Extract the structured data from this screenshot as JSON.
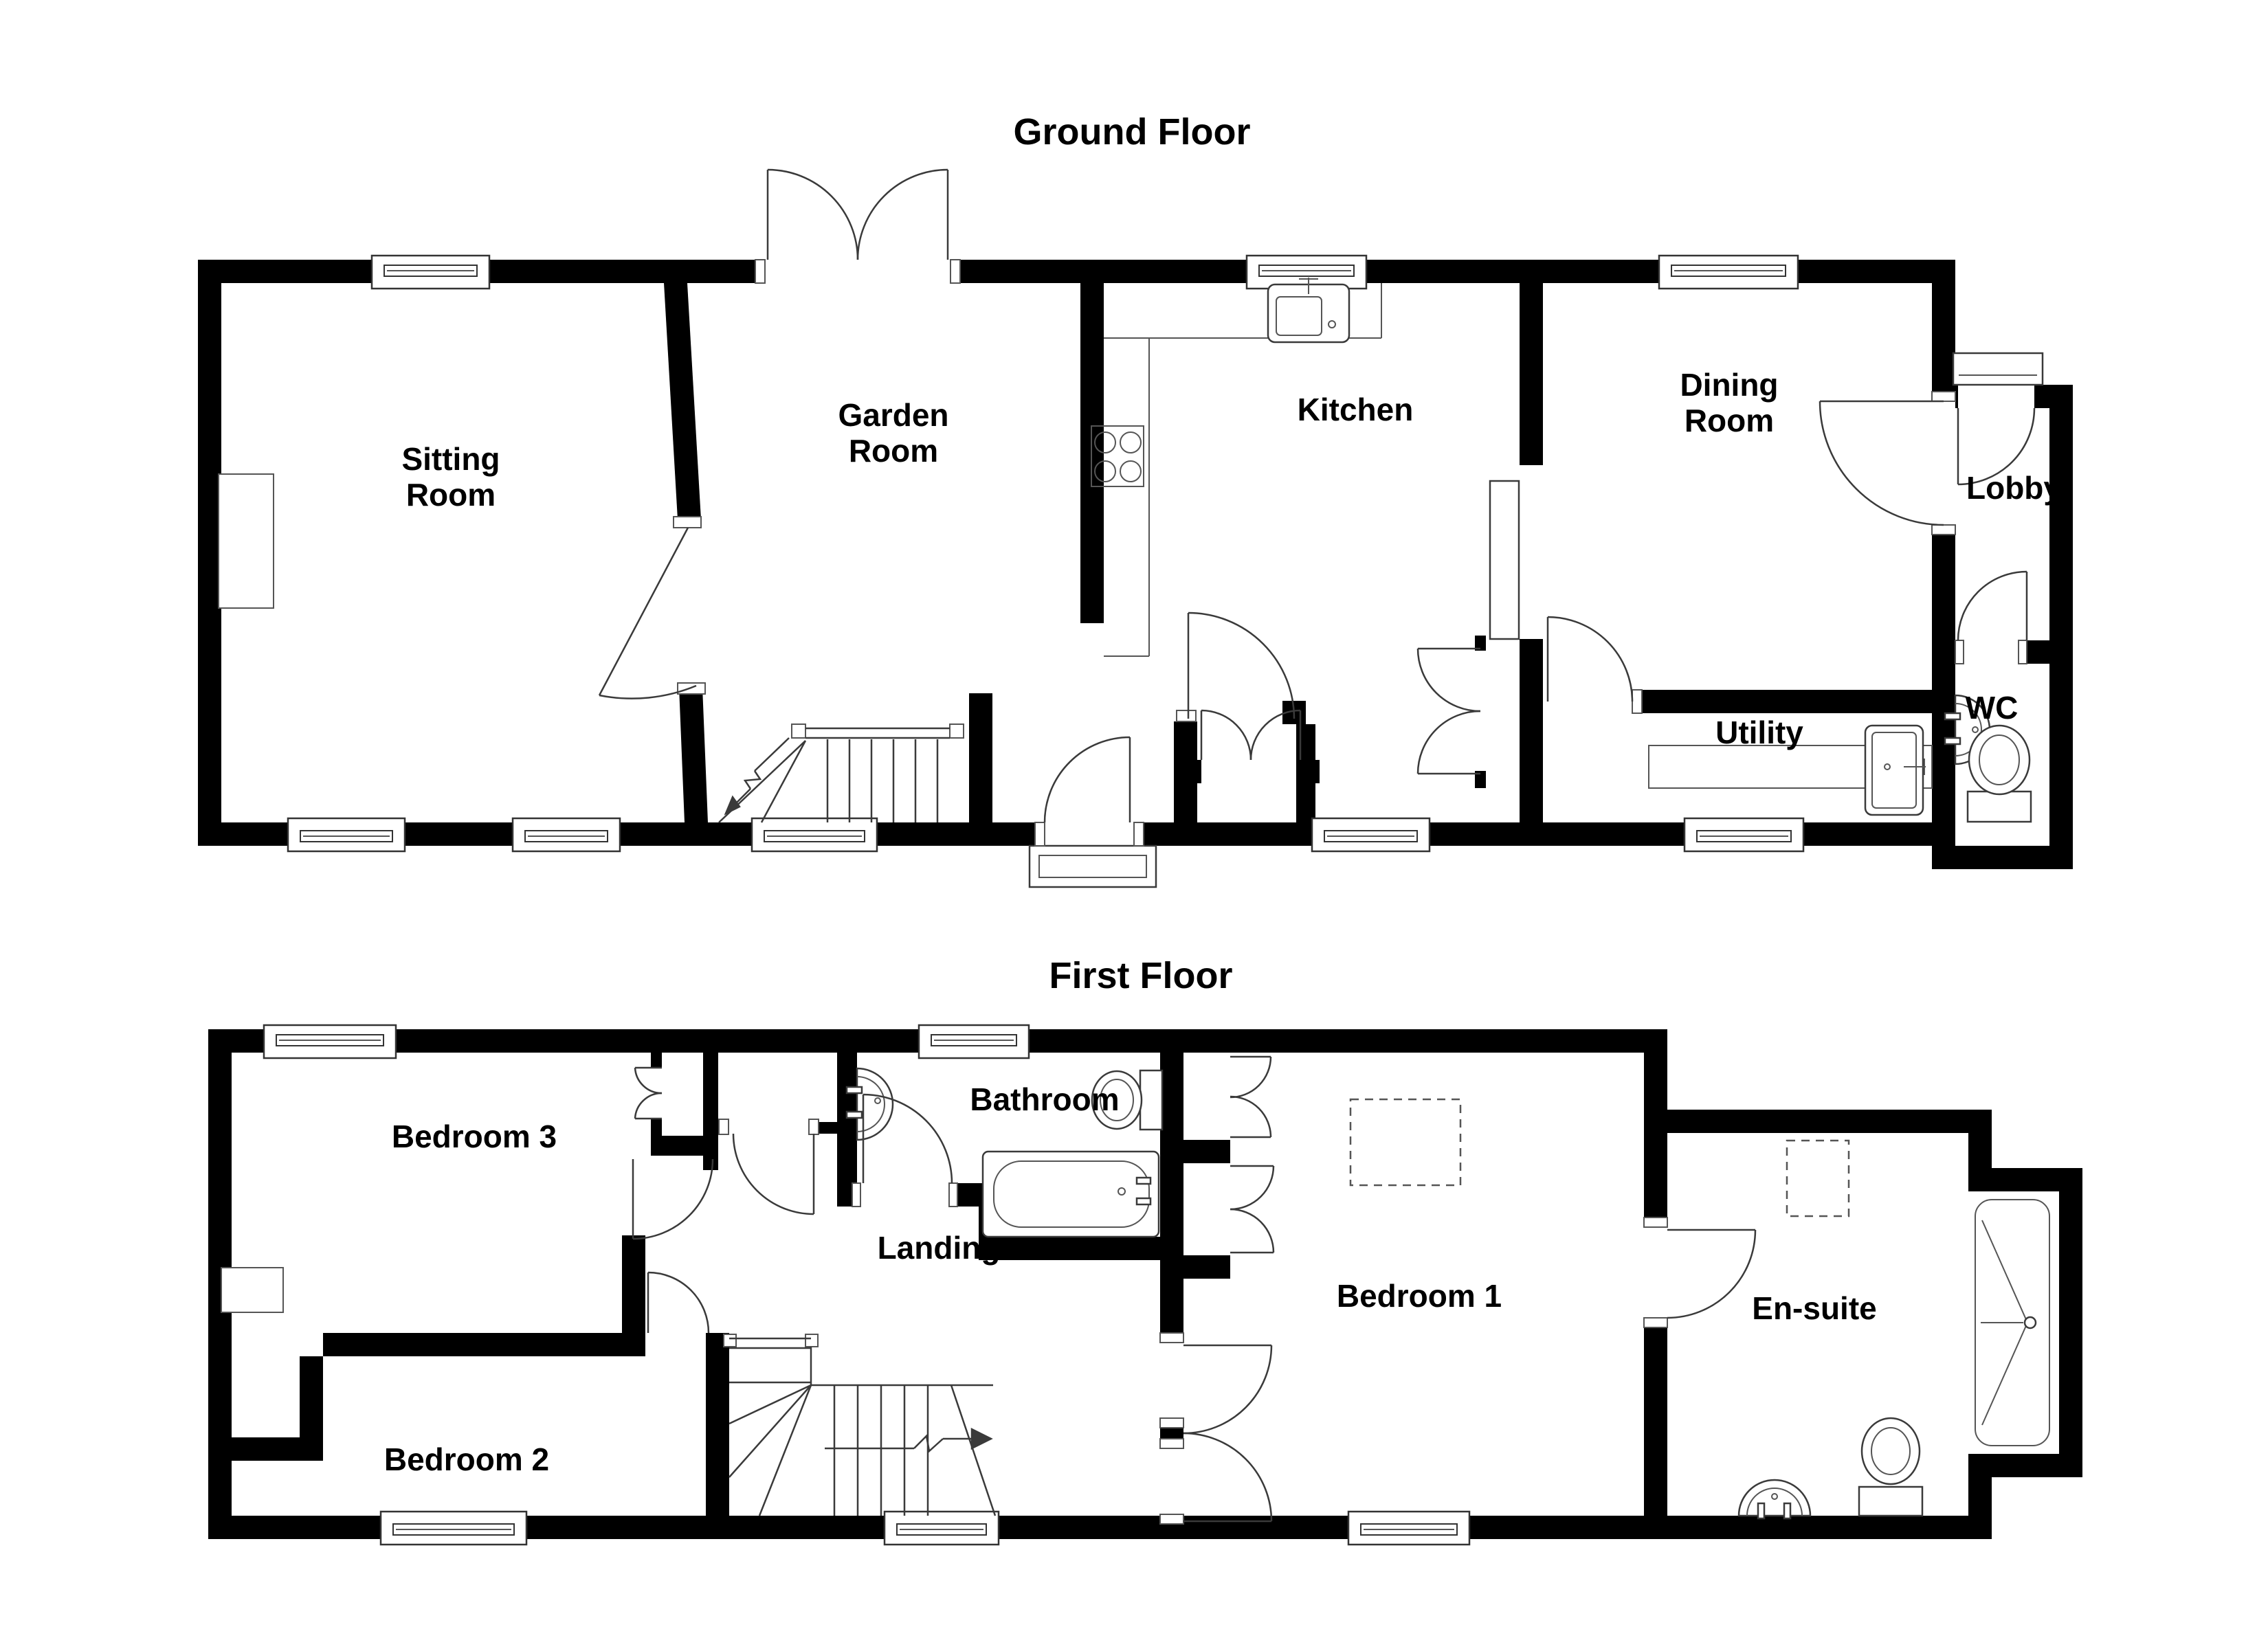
{
  "titles": {
    "ground": "Ground Floor",
    "first": "First Floor"
  },
  "ground_floor": {
    "rooms": {
      "sitting_room": {
        "label_line1": "Sitting",
        "label_line2": "Room"
      },
      "garden_room": {
        "label_line1": "Garden",
        "label_line2": "Room"
      },
      "kitchen": {
        "label": "Kitchen"
      },
      "dining_room": {
        "label_line1": "Dining",
        "label_line2": "Room"
      },
      "lobby": {
        "label": "Lobby"
      },
      "utility": {
        "label": "Utility"
      },
      "wc": {
        "label": "WC"
      }
    },
    "fixtures": [
      "kitchen-sink",
      "hob",
      "worktop",
      "utility-sink",
      "utility-worktop",
      "wc-basin",
      "wc-toilet",
      "stairs-up"
    ]
  },
  "first_floor": {
    "rooms": {
      "bedroom_3": {
        "label": "Bedroom 3"
      },
      "bedroom_2": {
        "label": "Bedroom 2"
      },
      "bathroom": {
        "label": "Bathroom"
      },
      "landing": {
        "label": "Landing"
      },
      "bedroom_1": {
        "label": "Bedroom 1"
      },
      "en_suite": {
        "label": "En-suite"
      }
    },
    "fixtures": [
      "bathroom-basin",
      "bathroom-toilet",
      "bath",
      "ensuite-basin",
      "ensuite-toilet",
      "shower",
      "wardrobes",
      "stairs-down"
    ]
  },
  "colors": {
    "walls": "#000000",
    "lines": "#3a3a3a",
    "background": "#ffffff"
  }
}
